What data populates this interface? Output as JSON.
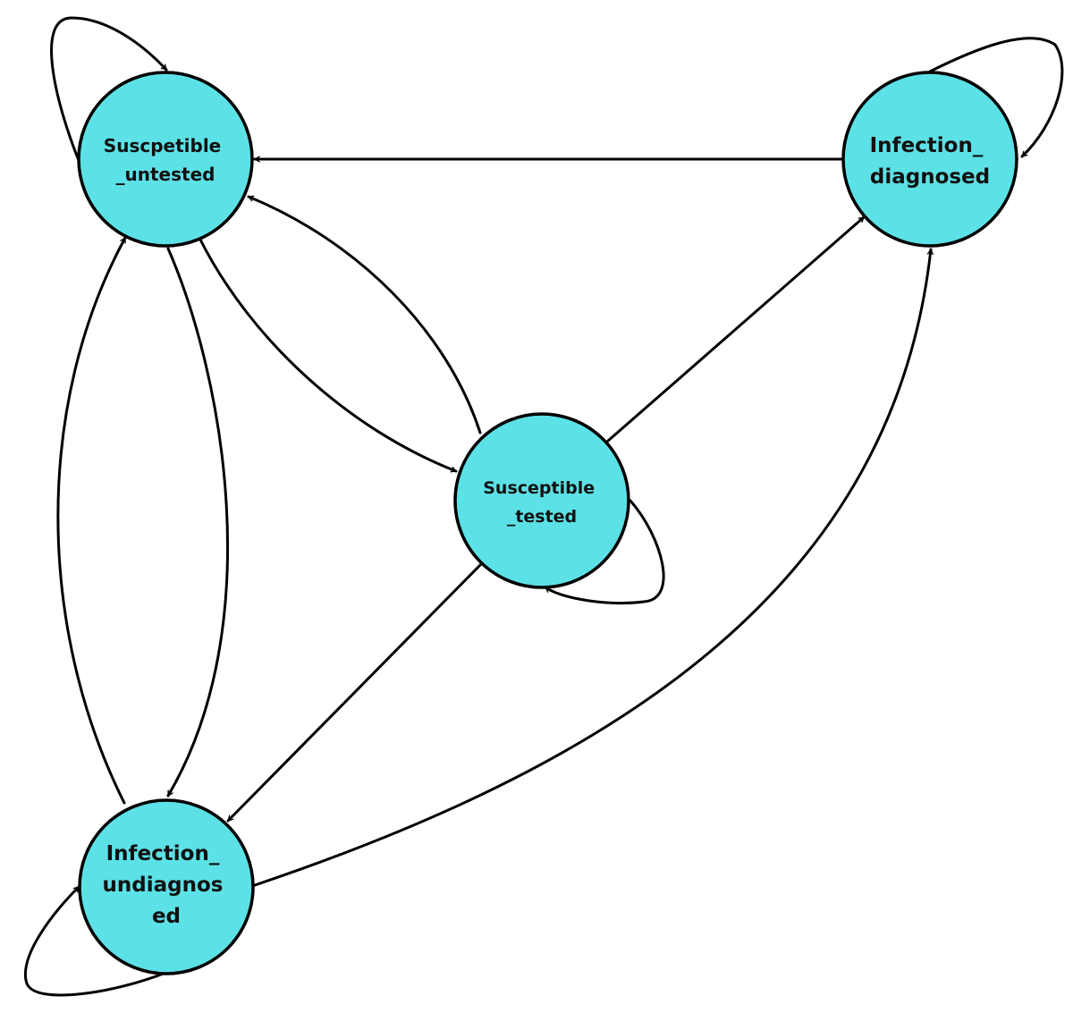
{
  "diagram": {
    "type": "state-transition",
    "node_fill": "#5ce1e6",
    "stroke_color": "#000000",
    "nodes": [
      {
        "id": "su",
        "lines": [
          "Suscpetible",
          "_untested"
        ]
      },
      {
        "id": "id",
        "lines": [
          "Infection_",
          "diagnosed"
        ]
      },
      {
        "id": "st",
        "lines": [
          "Susceptible",
          "_tested"
        ]
      },
      {
        "id": "iu",
        "lines": [
          "Infection_",
          "undiagnos",
          "ed"
        ]
      }
    ],
    "edges": [
      {
        "from": "su",
        "to": "su",
        "kind": "self-loop"
      },
      {
        "from": "id",
        "to": "id",
        "kind": "self-loop"
      },
      {
        "from": "st",
        "to": "st",
        "kind": "self-loop"
      },
      {
        "from": "iu",
        "to": "iu",
        "kind": "self-loop"
      },
      {
        "from": "id",
        "to": "su"
      },
      {
        "from": "su",
        "to": "st"
      },
      {
        "from": "st",
        "to": "su"
      },
      {
        "from": "st",
        "to": "id"
      },
      {
        "from": "su",
        "to": "iu"
      },
      {
        "from": "iu",
        "to": "su"
      },
      {
        "from": "st",
        "to": "iu"
      },
      {
        "from": "iu",
        "to": "id"
      }
    ]
  }
}
